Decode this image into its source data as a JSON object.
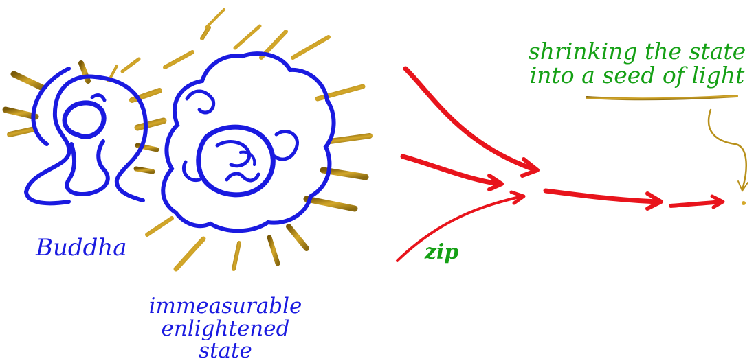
{
  "labels": {
    "buddha": "Buddha",
    "state_line1": "immeasurable",
    "state_line2": "enlightened state",
    "zip": "zip",
    "shrink_line1": "shrinking the state",
    "shrink_line2": "into a seed of light"
  },
  "colors": {
    "blue": "#1a1ae0",
    "gold": "#b8901a",
    "red": "#e8141c",
    "green": "#15a015"
  }
}
